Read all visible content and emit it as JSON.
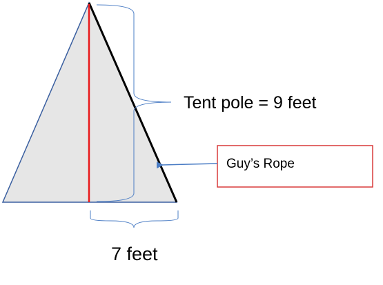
{
  "labels": {
    "pole": "Tent pole = 9 feet",
    "rope": "Guy’s Rope",
    "base": "7 feet"
  },
  "colors": {
    "tent_fill": "#e6e6e6",
    "tent_outline": "#3a5fa0",
    "pole": "#e8191b",
    "rope": "#000000",
    "brace": "#4a7cc4",
    "arrow": "#4a7cc4",
    "callout_border": "#d93a3a"
  }
}
